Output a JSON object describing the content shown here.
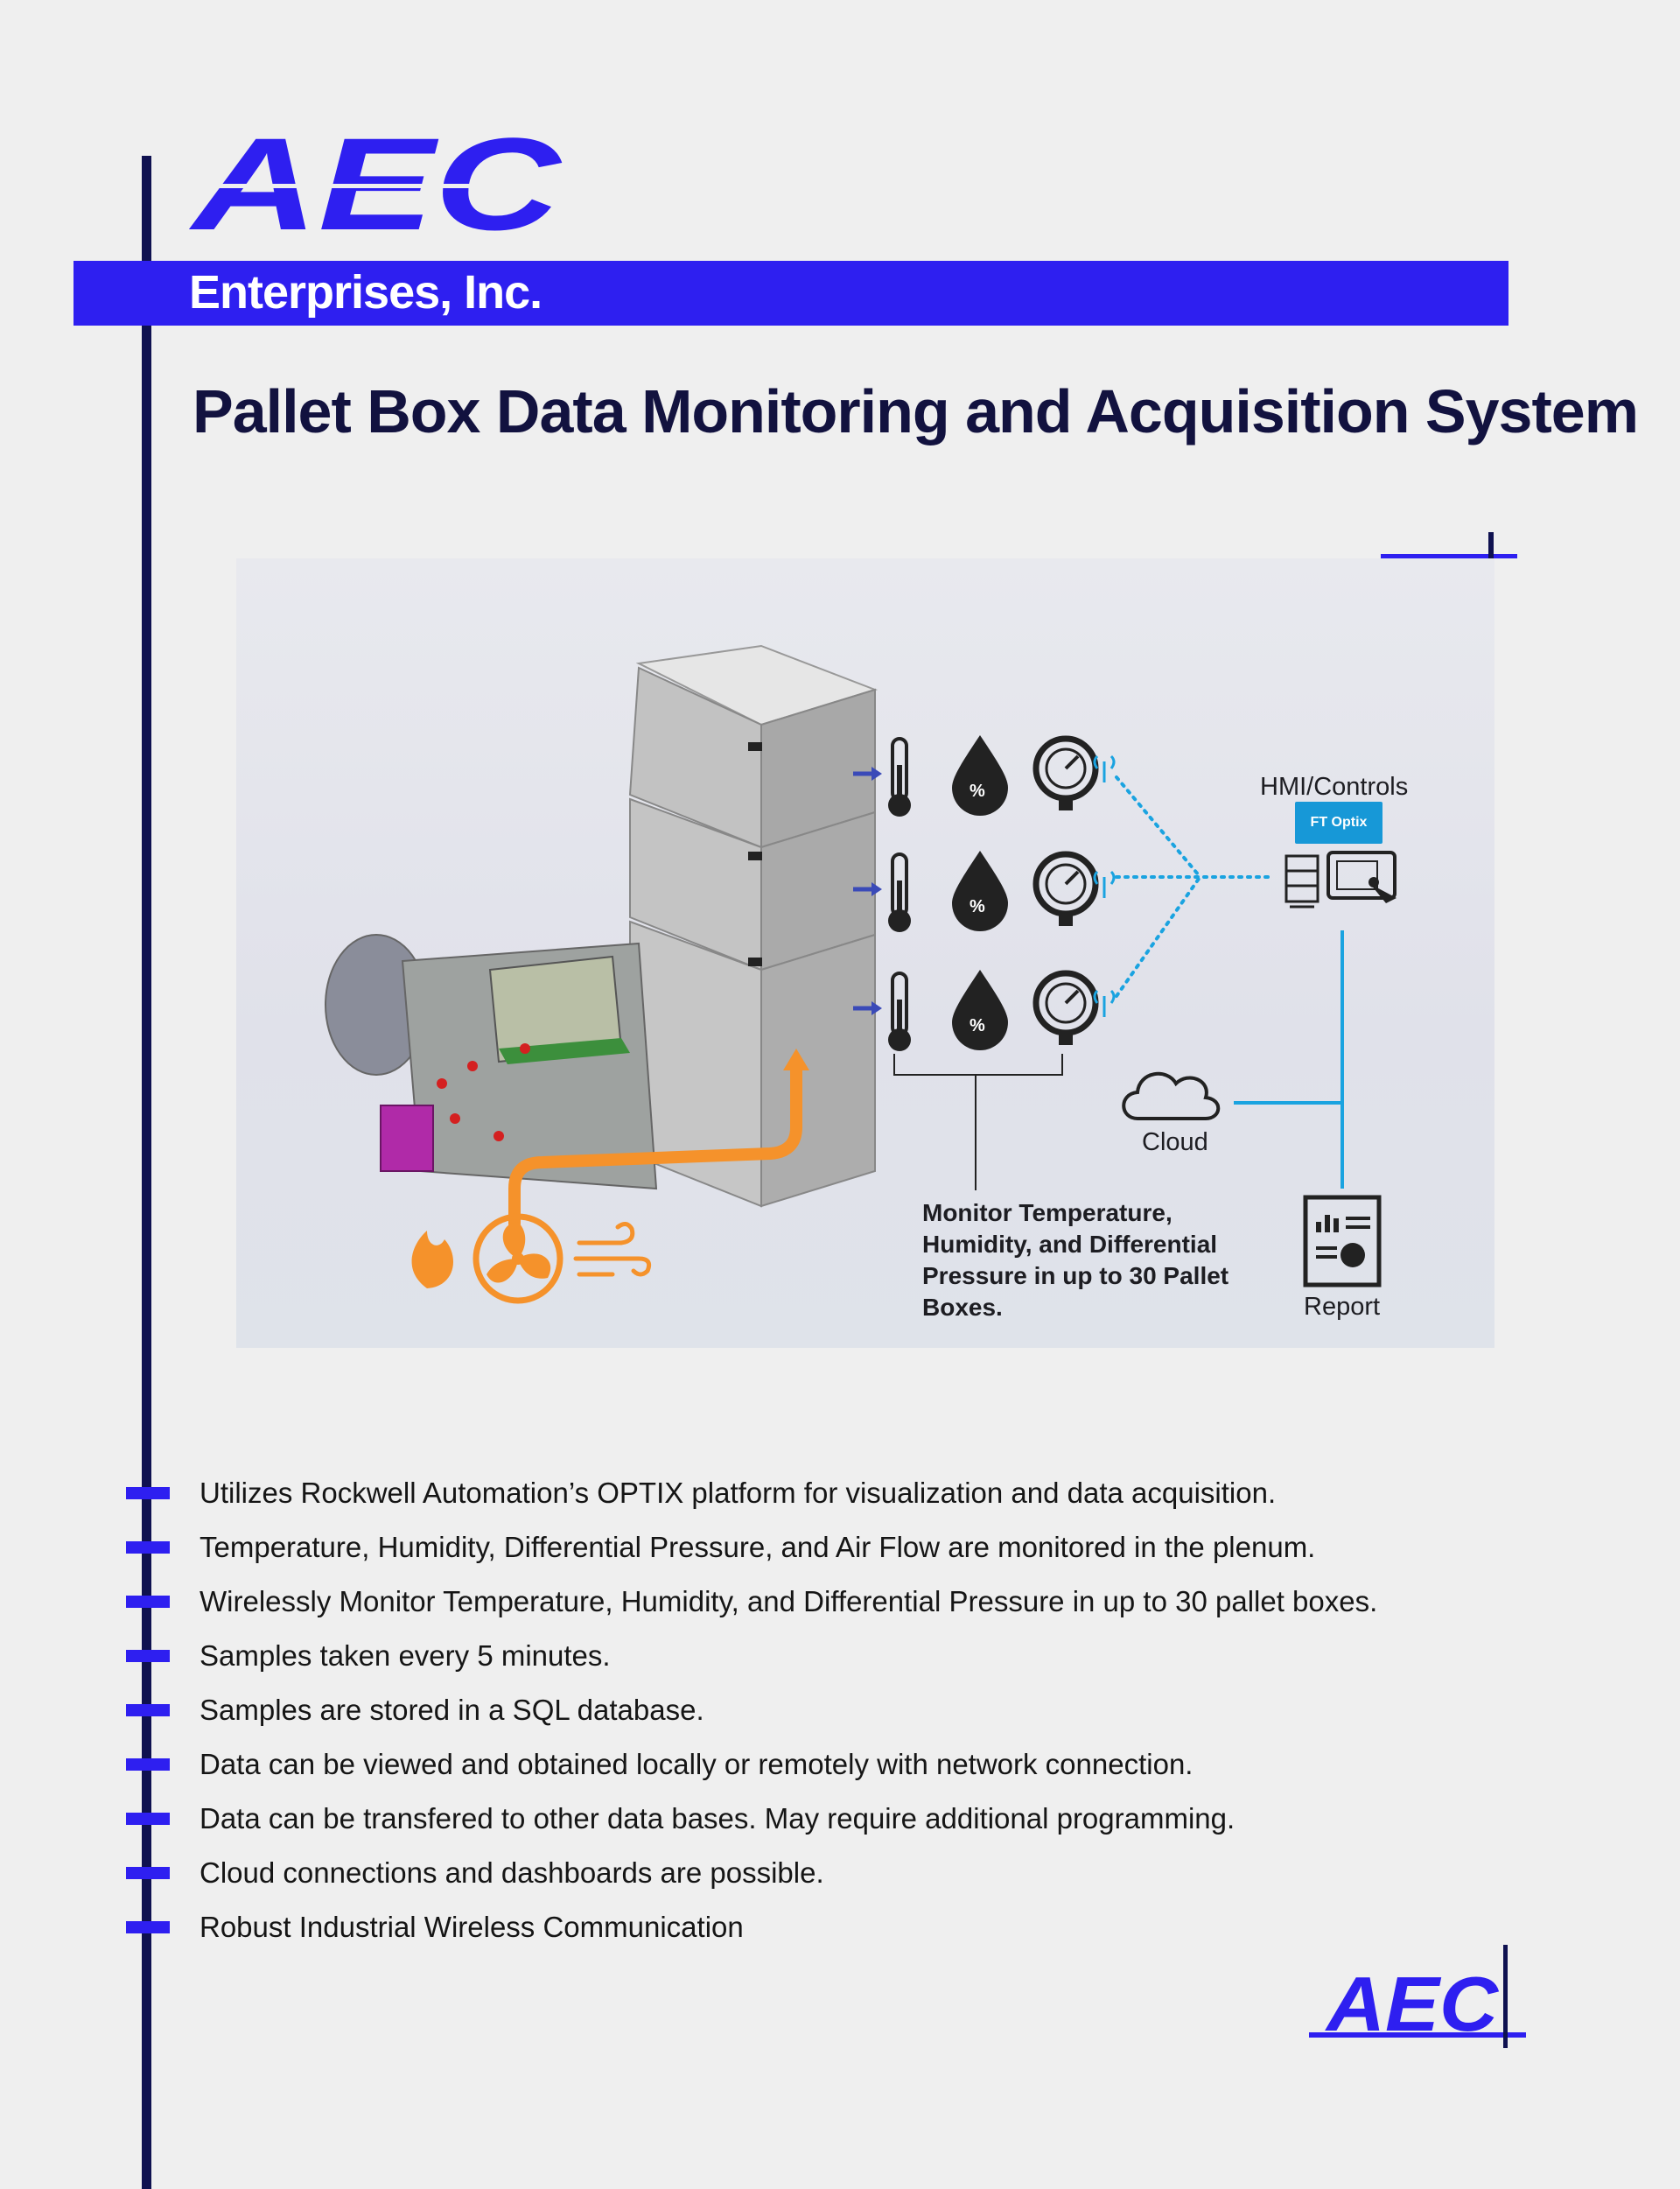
{
  "header": {
    "logo_text": "AEC",
    "company_name": "Enterprises, Inc."
  },
  "page_title": "Pallet Box Data Monitoring and Acquisition System",
  "diagram": {
    "hmi_label": "HMI/Controls",
    "optix_badge": "FT Optix",
    "cloud_label": "Cloud",
    "report_label": "Report",
    "monitor_text": "Monitor Temperature, Humidity, and Differential Pressure in up to 30 Pallet Boxes.",
    "colors": {
      "airflow": "#f5922b",
      "wireless": "#1aa3e0",
      "machine": "#b7b7b7",
      "arrow": "#3a4ab8"
    },
    "icons": [
      "thermometer-icon",
      "humidity-icon",
      "pressure-gauge-icon",
      "wireless-icon",
      "flame-icon",
      "fan-icon",
      "wind-icon",
      "server-icon",
      "touchscreen-icon",
      "cloud-icon",
      "report-icon"
    ]
  },
  "features": [
    "Utilizes Rockwell Automation’s OPTIX platform for visualization and data acquisition.",
    "Temperature, Humidity, Differential Pressure, and Air Flow are monitored in the plenum.",
    "Wirelessly Monitor Temperature, Humidity, and Differential Pressure in up to 30 pallet boxes.",
    "Samples taken every 5 minutes.",
    "Samples are stored in a SQL database.",
    "Data can be viewed and obtained locally or remotely with network connection.",
    "Data can be transfered to other data bases. May require additional programming.",
    "Cloud connections and dashboards are possible.",
    "Robust Industrial Wireless Communication"
  ],
  "footer": {
    "logo_text": "AEC"
  },
  "colors": {
    "brand_blue": "#2e1ff0",
    "navy": "#0f1150",
    "title": "#12123f",
    "background": "#efefef"
  }
}
